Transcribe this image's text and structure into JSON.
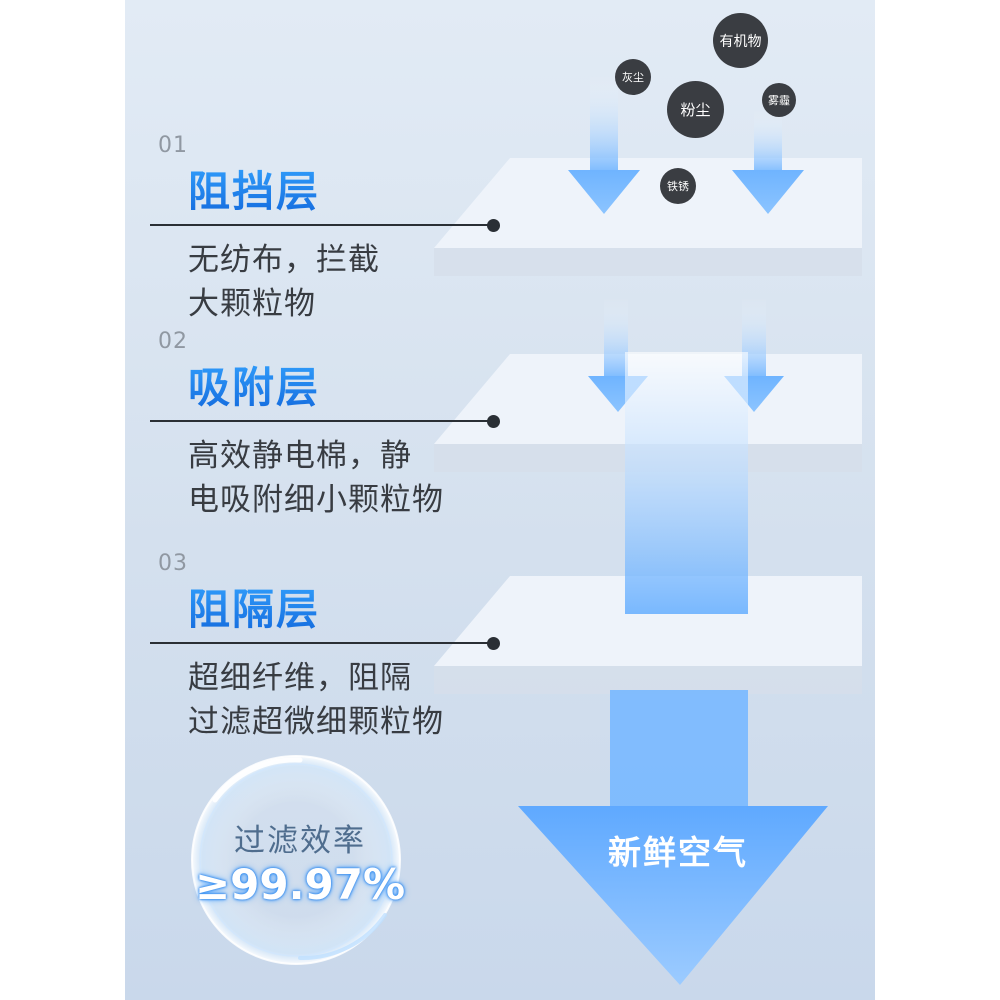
{
  "layers": [
    {
      "number": "01",
      "title": "阻挡层",
      "desc_lines": [
        "无纺布，拦截",
        "大颗粒物"
      ]
    },
    {
      "number": "02",
      "title": "吸附层",
      "desc_lines": [
        "高效静电棉，静",
        "电吸附细小颗粒物"
      ]
    },
    {
      "number": "03",
      "title": "阻隔层",
      "desc_lines": [
        "超细纤维，阻隔",
        "过滤超微细颗粒物"
      ]
    }
  ],
  "particles": [
    "有机物",
    "灰尘",
    "粉尘",
    "雾霾",
    "铁锈"
  ],
  "badge": {
    "label": "过滤效率",
    "value": "≥99.97%"
  },
  "output_label": "新鲜空气",
  "colors": {
    "accent": "#1f7be8",
    "arrow": "#6fb6ff",
    "particle": "#3a3d42",
    "background": "#d8e3f0"
  }
}
